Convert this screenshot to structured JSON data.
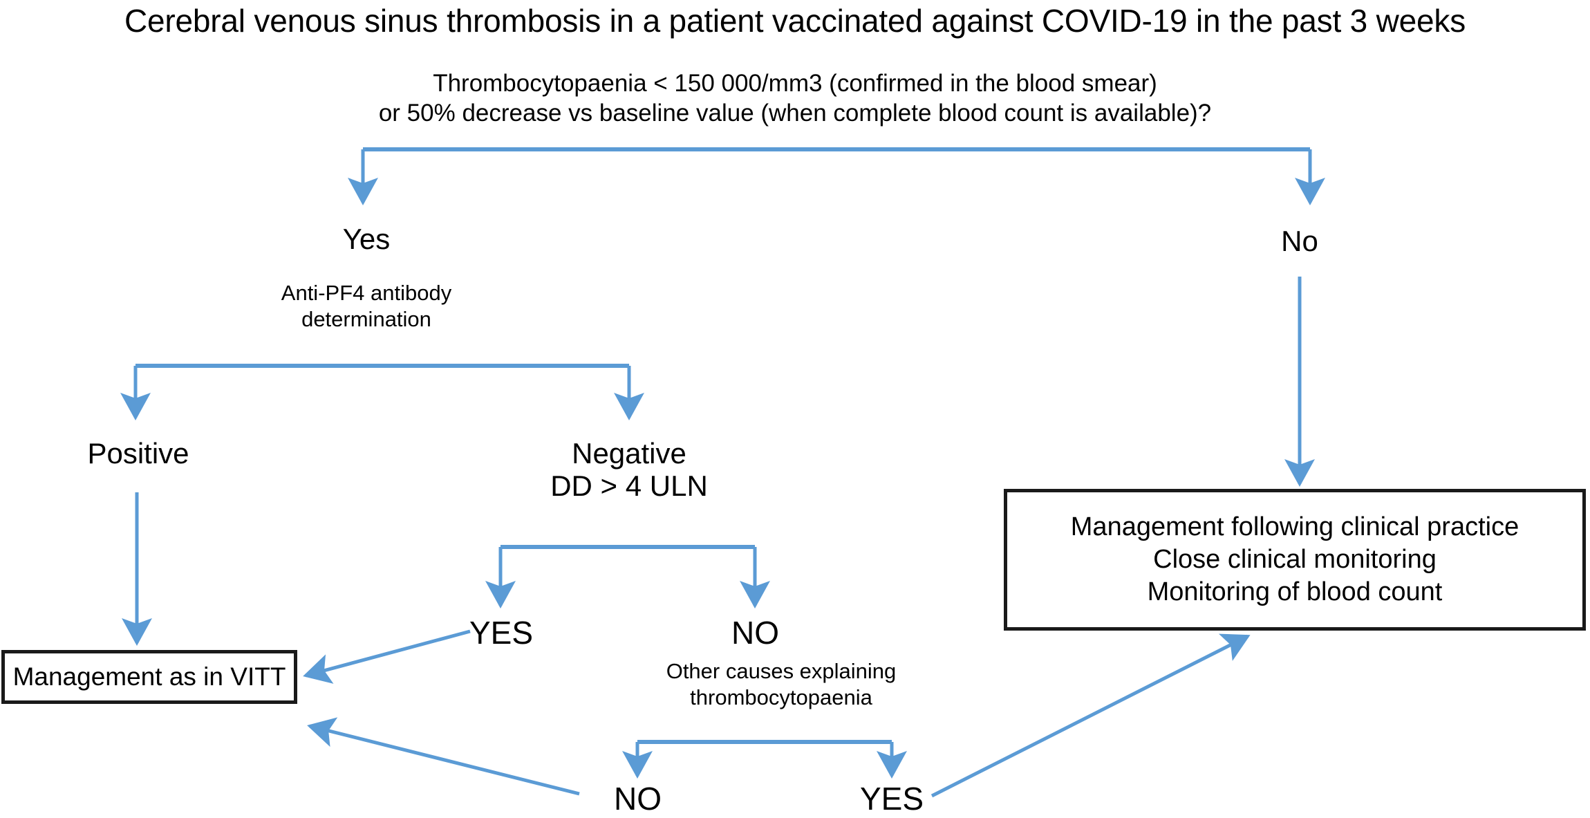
{
  "diagram": {
    "title": "Cerebral venous sinus thrombosis in a patient vaccinated against COVID-19 in the past 3 weeks",
    "root_question": "Thrombocytopaenia < 150 000/mm3 (confirmed in the blood smear)\nor 50% decrease vs baseline value (when complete blood count is available)?",
    "branch_yes": "Yes",
    "branch_no": "No",
    "test_label": "Anti-PF4 antibody\ndetermination",
    "result_positive": "Positive",
    "result_negative": "Negative\nDD > 4 ULN",
    "dd_yes": "YES",
    "dd_no": "NO",
    "other_causes": "Other causes explaining\nthrombocytopaenia",
    "other_no": "NO",
    "other_yes": "YES",
    "box_vitt": "Management as in VITT",
    "box_clinical": "Management following clinical practice\nClose clinical monitoring\nMonitoring of blood count",
    "colors": {
      "connector": "#5B9BD5",
      "box_border": "#1a1a1a",
      "text": "#000000",
      "background": "#ffffff"
    }
  }
}
